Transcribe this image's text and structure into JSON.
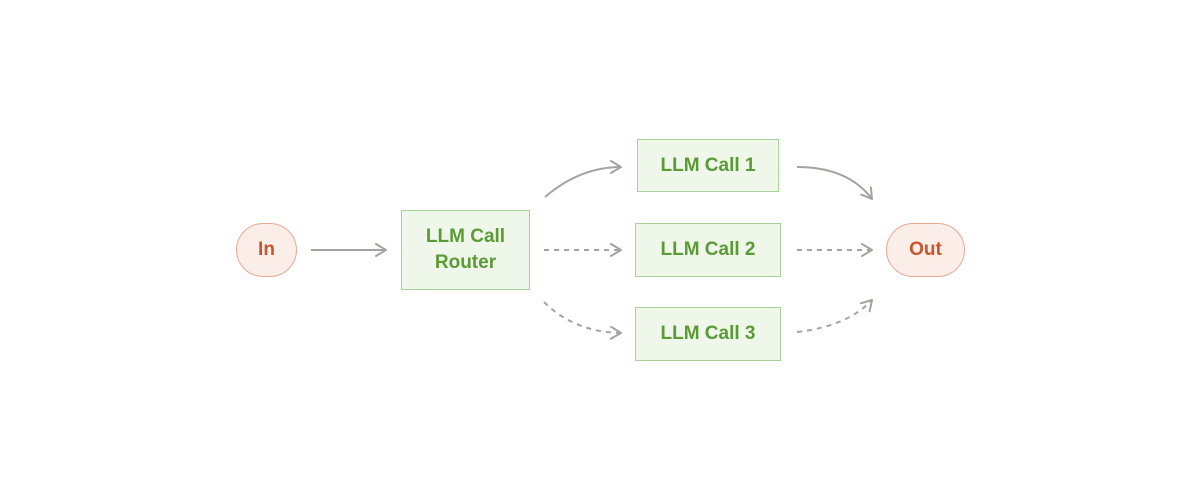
{
  "diagram": {
    "colors": {
      "terminal_fill": "#fbeee9",
      "terminal_border": "#e8a894",
      "terminal_text": "#c8552f",
      "step_fill": "#eff6ea",
      "step_border": "#a8d29a",
      "step_text": "#5b9b36",
      "connector": "#a3a3a0"
    },
    "nodes": {
      "input": {
        "label": "In",
        "kind": "terminal"
      },
      "router": {
        "label_line_1": "LLM Call",
        "label_line_2": "Router",
        "kind": "step"
      },
      "call_1": {
        "label": "LLM Call 1",
        "kind": "step"
      },
      "call_2": {
        "label": "LLM Call 2",
        "kind": "step"
      },
      "call_3": {
        "label": "LLM Call 3",
        "kind": "step"
      },
      "output": {
        "label": "Out",
        "kind": "terminal"
      }
    },
    "edges": [
      {
        "from": "input",
        "to": "router",
        "style": "solid"
      },
      {
        "from": "router",
        "to": "call_1",
        "style": "solid"
      },
      {
        "from": "router",
        "to": "call_2",
        "style": "dashed"
      },
      {
        "from": "router",
        "to": "call_3",
        "style": "dashed"
      },
      {
        "from": "call_1",
        "to": "output",
        "style": "solid"
      },
      {
        "from": "call_2",
        "to": "output",
        "style": "dashed"
      },
      {
        "from": "call_3",
        "to": "output",
        "style": "dashed"
      }
    ]
  }
}
